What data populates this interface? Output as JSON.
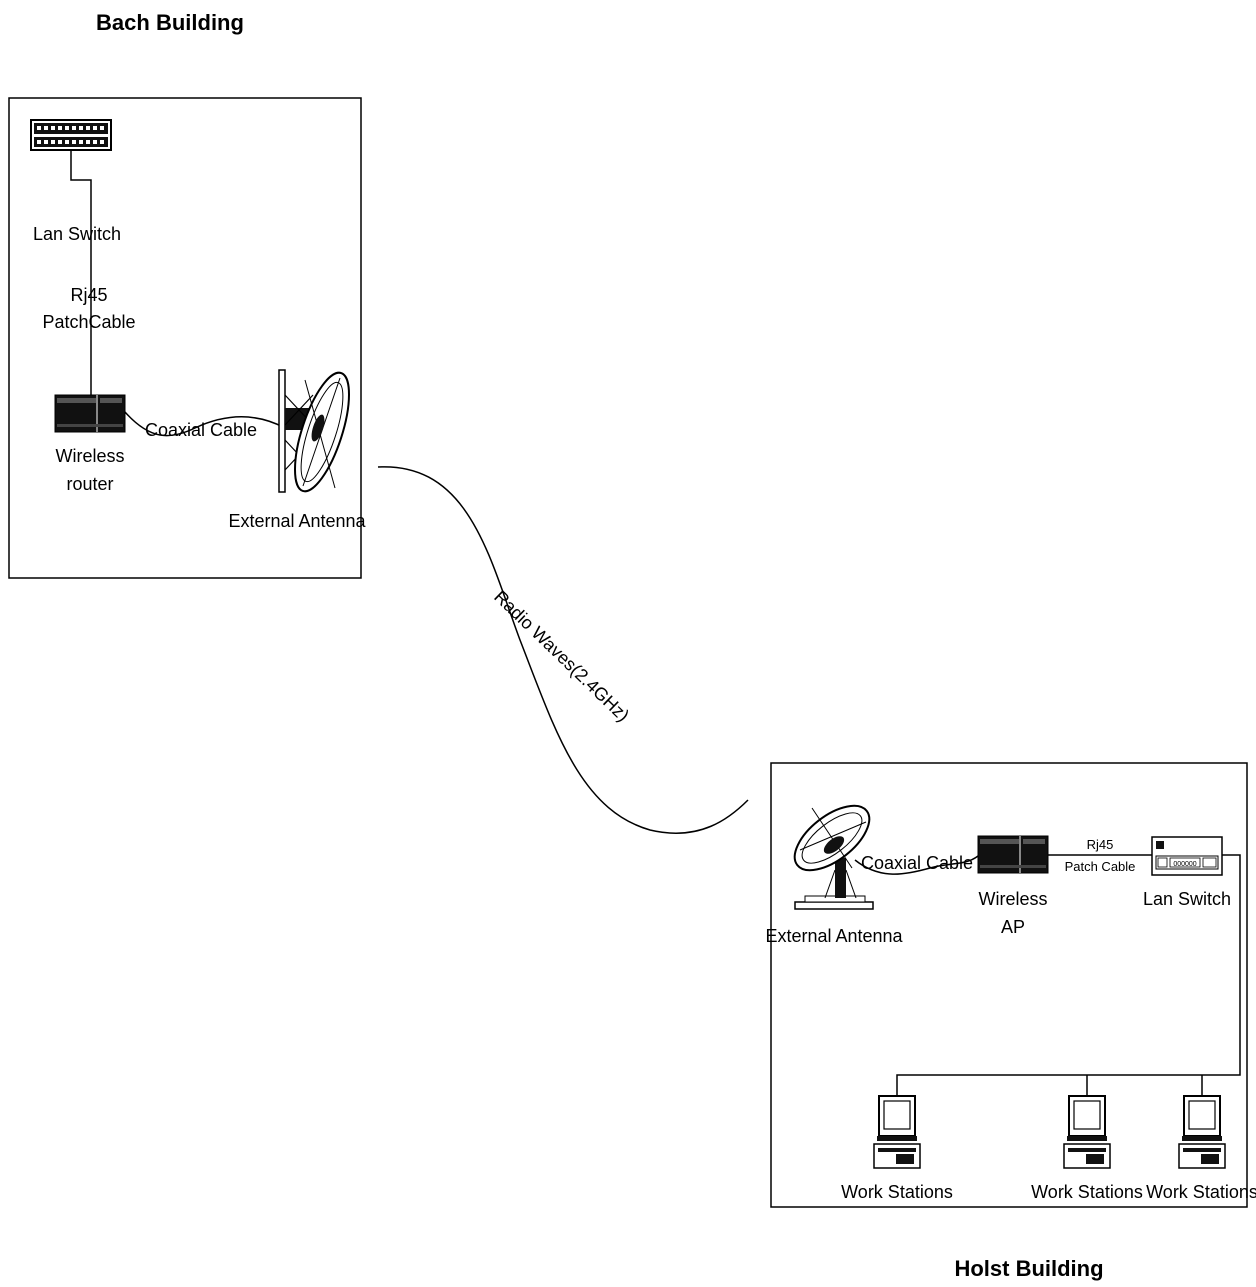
{
  "bach": {
    "title": "Bach Building",
    "lan_switch": "Lan Switch",
    "patch_cable": [
      "Rj45",
      "PatchCable"
    ],
    "router": [
      "Wireless",
      "router"
    ],
    "coax": "Coaxial Cable",
    "antenna": "External Antenna"
  },
  "link": {
    "label": "Radio Waves(2.4GHz)"
  },
  "holst": {
    "title": "Holst Building",
    "antenna": "External Antenna",
    "coax": "Coaxial Cable",
    "ap": [
      "Wireless",
      "AP"
    ],
    "patch_cable": [
      "Rj45",
      "Patch Cable"
    ],
    "lan_switch": "Lan Switch",
    "switch_port_text": "000000",
    "workstations": [
      "Work Stations",
      "Work Stations",
      "Work Stations"
    ]
  }
}
